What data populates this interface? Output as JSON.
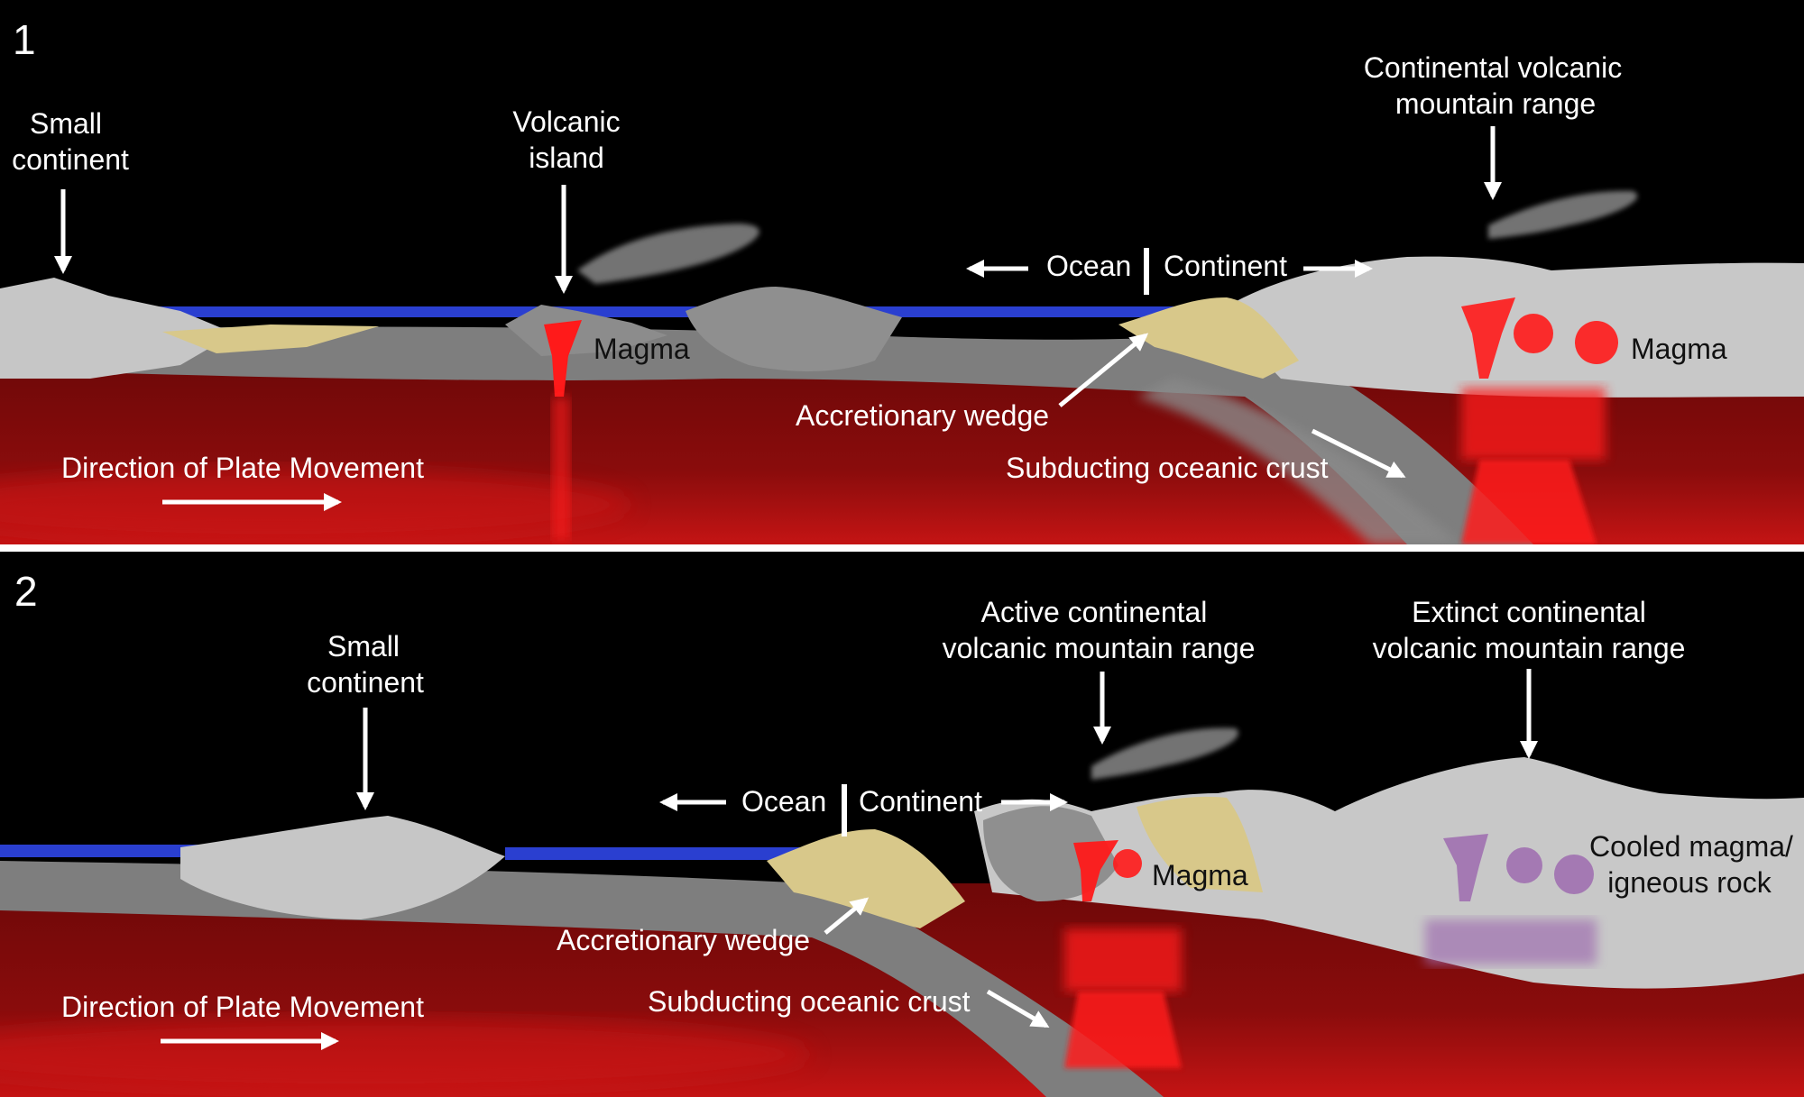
{
  "panels": [
    {
      "number": "1",
      "labels": {
        "small_continent": [
          "Small",
          "continent"
        ],
        "volcanic_island": [
          "Volcanic",
          "island"
        ],
        "magma_island": "Magma",
        "ocean": "Ocean",
        "continent": "Continent",
        "continental_range": [
          "Continental volcanic",
          "mountain range"
        ],
        "magma_continent": "Magma",
        "accretionary_wedge": "Accretionary wedge",
        "subducting_crust": "Subducting oceanic crust",
        "plate_movement": "Direction of Plate Movement"
      }
    },
    {
      "number": "2",
      "labels": {
        "small_continent": [
          "Small",
          "continent"
        ],
        "ocean": "Ocean",
        "continent": "Continent",
        "active_range": [
          "Active continental",
          "volcanic mountain range"
        ],
        "extinct_range": [
          "Extinct continental",
          "volcanic mountain range"
        ],
        "magma": "Magma",
        "cooled_magma": [
          "Cooled magma/",
          "igneous rock"
        ],
        "accretionary_wedge": "Accretionary wedge",
        "subducting_crust": "Subducting oceanic crust",
        "plate_movement": "Direction of Plate Movement"
      }
    }
  ],
  "colors": {
    "background": "#000000",
    "mantle": "#7a0a0a",
    "mantle_glow": "#d01010",
    "magma": "#ff1a1a",
    "crust_light": "#c8c8c8",
    "crust_dark": "#808080",
    "ocean": "#2a3fd0",
    "sediment": "#d8c88a",
    "cooled_magma": "#a070b0",
    "divider": "#ffffff"
  }
}
